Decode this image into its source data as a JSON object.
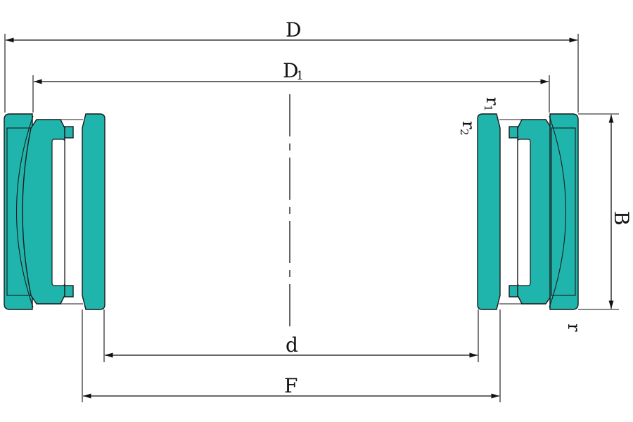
{
  "colors": {
    "part_fill": "#1fb5ad",
    "part_stroke": "#1a1a1a",
    "line": "#111111",
    "background": "#ffffff"
  },
  "labels": {
    "D": "D",
    "D1_main": "D",
    "D1_sub": "1",
    "d": "d",
    "F": "F",
    "B": "B",
    "r": "r",
    "r1_main": "r",
    "r1_sub": "1",
    "r2_main": "r",
    "r2_sub": "2"
  }
}
